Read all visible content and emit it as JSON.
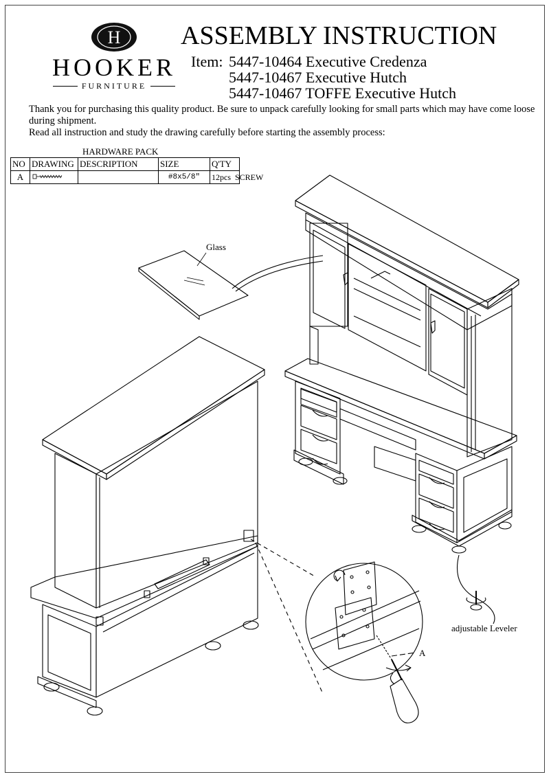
{
  "logo": {
    "brand": "HOOKER",
    "sub": "FURNITURE",
    "monogram": "H"
  },
  "title": "ASSEMBLY INSTRUCTION",
  "items": {
    "label": "Item:",
    "lines": [
      "5447-10464 Executive Credenza",
      "5447-10467 Executive Hutch",
      "5447-10467 TOFFE Executive Hutch"
    ]
  },
  "intro": {
    "p1": "Thank you for purchasing this quality product. Be sure to unpack carefully looking for small parts which may have come loose during shipment.",
    "p2": "Read all instruction and study the drawing carefully before starting the assembly process:"
  },
  "hardware": {
    "caption": "HARDWARE PACK",
    "headers": [
      "NO",
      "DRAWING",
      "DESCRIPTION",
      "SIZE",
      "Q'TY"
    ],
    "rows": [
      {
        "no": "A",
        "drawing": "screw-icon",
        "description": "",
        "size": "#8x5/8\"",
        "qty": "12pcs",
        "name": "SCREW"
      }
    ]
  },
  "labels": {
    "glass": "Glass",
    "leveler": "adjustable Leveler",
    "callout": "A"
  }
}
